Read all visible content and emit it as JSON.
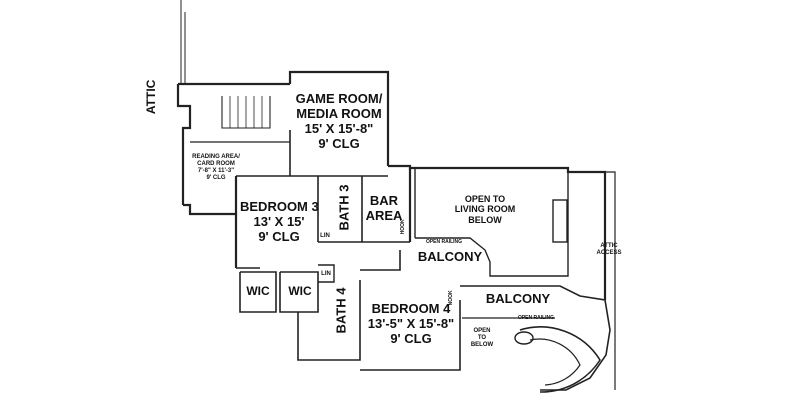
{
  "labels": {
    "attic_left": "ATTIC",
    "game_room": [
      "GAME ROOM/",
      "MEDIA ROOM",
      "15' X 15'-8\"",
      "9' CLG"
    ],
    "reading_area": [
      "READING AREA/",
      "CARD ROOM",
      "7'-8\" X 11'-3\"",
      "9' CLG"
    ],
    "bedroom3": [
      "BEDROOM 3",
      "13' X 15'",
      "9' CLG"
    ],
    "bath3": "BATH 3",
    "bar_area": [
      "BAR",
      "AREA"
    ],
    "open_living": [
      "OPEN TO",
      "LIVING ROOM",
      "BELOW"
    ],
    "attic_access": [
      "ATTIC",
      "ACCESS"
    ],
    "open_railing_1": "OPEN RAILING",
    "balcony_1": "BALCONY",
    "wic_1": "WIC",
    "wic_2": "WIC",
    "lin_1": "LIN",
    "lin_2": "LIN",
    "bath4": "BATH 4",
    "bedroom4": [
      "BEDROOM 4",
      "13'-5\" X 15'-8\"",
      "9' CLG"
    ],
    "balcony_2": "BALCONY",
    "open_railing_2": "OPEN RAILING",
    "open_below": [
      "OPEN",
      "TO",
      "BELOW"
    ],
    "nook": "NOOK",
    "hook": "HOOK"
  }
}
